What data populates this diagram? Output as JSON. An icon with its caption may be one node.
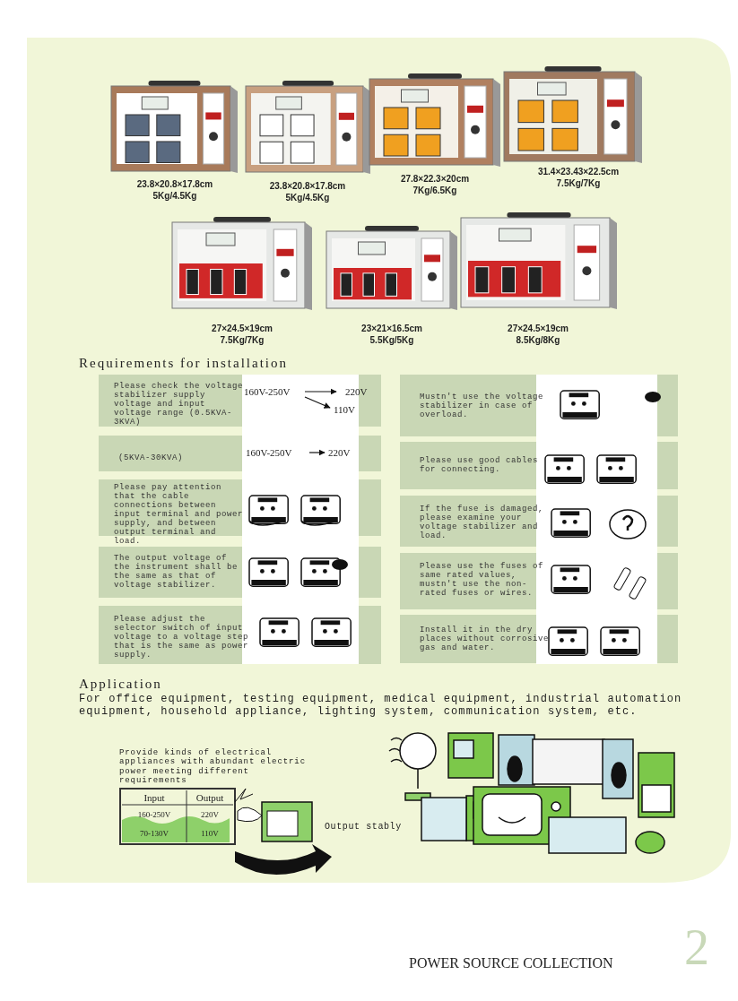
{
  "diagram": {
    "nodes": [
      {
        "text": [],
        "shape": "picture",
        "beside": [
          "23.8×20.8×17.8cm",
          "5Kg/4.5Kg"
        ]
      },
      {
        "text": [],
        "shape": "picture",
        "beside": [
          "23.8×20.8×17.8cm",
          "5Kg/4.5Kg"
        ]
      },
      {
        "text": [],
        "shape": "picture",
        "beside": [
          "27.8×22.3×20cm",
          "7Kg/6.5Kg"
        ]
      },
      {
        "text": [],
        "shape": "picture",
        "beside": [
          "31.4×23.43×22.5cm",
          "7.5Kg/7Kg"
        ]
      },
      {
        "text": [],
        "shape": "picture",
        "beside": [
          "27×24.5×19cm",
          "7.5Kg/7Kg"
        ]
      },
      {
        "text": [],
        "shape": "picture",
        "beside": [
          "23×21×16.5cm",
          "5.5Kg/5Kg"
        ]
      },
      {
        "text": [],
        "shape": "picture",
        "beside": [
          "27×24.5×19cm",
          "8.5Kg/8Kg"
        ]
      },
      {
        "text": [
          "Please check the voltage stabilizer supply voltage and input voltage range (0.5KVA-3KVA)"
        ]
      },
      {
        "text": [
          "(5KVA-30KVA)"
        ]
      },
      {
        "text": [
          "Please pay attention that the cable connections between input terminal and power supply, and between output terminal and load."
        ]
      },
      {
        "text": [
          "The output voltage of the instrument shall be the same as that of voltage stabilizer."
        ]
      },
      {
        "text": [
          "Please adjust the selector switch of input voltage to a voltage step that is the same as power supply."
        ]
      },
      {
        "text": [
          "Mustn't use the voltage stabilizer in case of overload."
        ]
      },
      {
        "text": [
          "Please use good cables for connecting."
        ]
      },
      {
        "text": [
          "If the fuse is damaged, please examine your voltage stabilizer and load."
        ]
      },
      {
        "text": [
          "Please use the fuses of same rated values, mustn't use the non-rated fuses or wires."
        ]
      },
      {
        "text": [
          "Install it in the dry places without corrosive gas and water."
        ]
      }
    ],
    "labels": [
      "Requirements for installation",
      "160V-250V",
      "220V",
      "110V",
      "160V-250V",
      "220V",
      "Application",
      "For office equipment, testing equipment, medical equipment, industrial automation equipment, household appliance, lighting system, communication system, etc.",
      "Provide kinds of electrical appliances with abundant electric power meeting different requirements",
      "Input",
      "Output",
      "160-250V",
      "220V",
      "70-130V",
      "110V",
      "Output stably",
      "POWER SOURCE COLLECTION",
      "2"
    ]
  }
}
